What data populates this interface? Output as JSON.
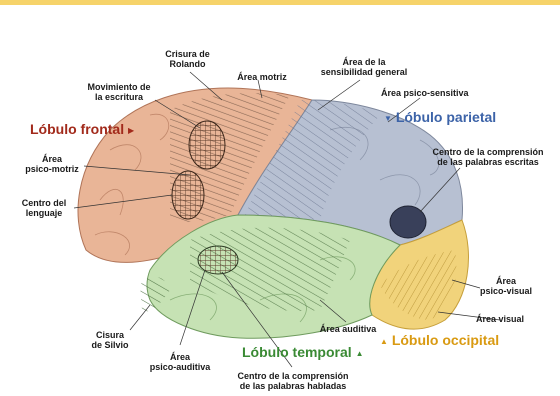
{
  "colors": {
    "frontal": "#e9b597",
    "parietal": "#b7c0d2",
    "temporal": "#c6e2b4",
    "occipital": "#f1d37b",
    "frontal_text": "#a22a1b",
    "parietal_text": "#3c63a8",
    "temporal_text": "#3a8a34",
    "occipital_text": "#d99a12"
  },
  "lobes": {
    "frontal": "Lóbulo frontal",
    "parietal": "Lóbulo parietal",
    "temporal": "Lóbulo temporal",
    "occipital": "Lóbulo occipital"
  },
  "labels": {
    "crisura_rolando": "Crisura de\nRolando",
    "movimiento_escritura": "Movimiento de\nla escritura",
    "area_motriz": "Área motriz",
    "sensibilidad_general": "Área de la\nsensibilidad general",
    "psico_sensitiva": "Área psico-sensitiva",
    "comprension_escritas": "Centro de la comprensión\nde las palabras escritas",
    "psico_motriz": "Área\npsico-motriz",
    "centro_lenguaje": "Centro del\nlenguaje",
    "psico_visual": "Área\npsico-visual",
    "area_visual": "Área visual",
    "area_auditiva": "Área auditiva",
    "cisura_silvio": "Cisura\nde Silvio",
    "psico_auditiva": "Área\npsico-auditiva",
    "comprension_habladas": "Centro de la comprensión\nde las palabras habladas"
  }
}
